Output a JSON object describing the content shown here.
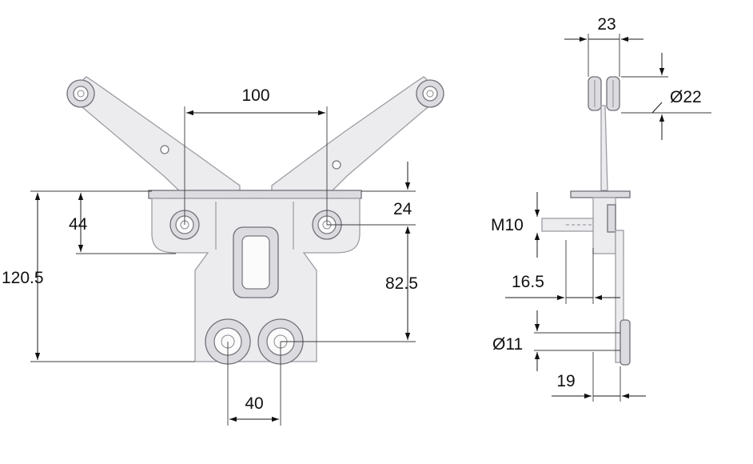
{
  "drawing": {
    "front_view": {
      "dimensions": {
        "wheel_spacing": "100",
        "overall_height": "120.5",
        "top_to_pivot": "44",
        "plate_offset": "24",
        "pivot_to_bottom": "82.5",
        "bottom_wheel_spacing": "40"
      }
    },
    "side_view": {
      "dimensions": {
        "wheel_width": "23",
        "wheel_diameter": "Ø22",
        "bolt": "M10",
        "bolt_length": "16.5",
        "bottom_wheel_diameter": "Ø11",
        "bottom_offset": "19"
      }
    },
    "colors": {
      "part_fill": "#ececee",
      "part_stroke": "#9c9ca4",
      "dimension_line": "#1a1a1a"
    }
  }
}
